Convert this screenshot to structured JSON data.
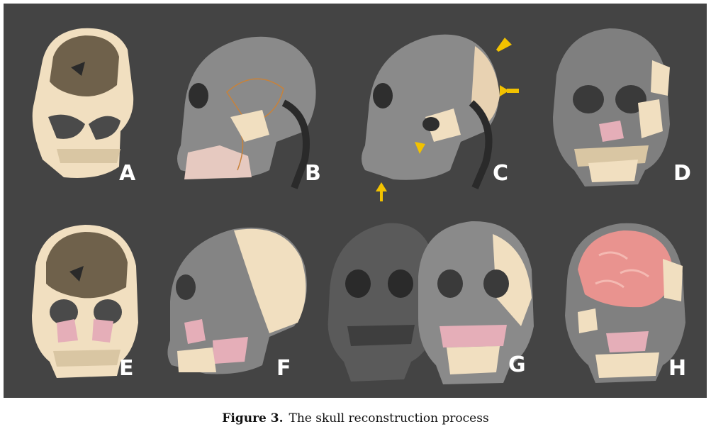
{
  "figure": {
    "panels": [
      {
        "label": "A"
      },
      {
        "label": "B"
      },
      {
        "label": "C"
      },
      {
        "label": "D"
      },
      {
        "label": "E"
      },
      {
        "label": "F"
      },
      {
        "label": "G"
      },
      {
        "label": "H"
      }
    ],
    "colors": {
      "background": "#444444",
      "bone": "#f1dfc0",
      "fossil": "#6f614b",
      "virtual_gray": "#8a8a8a",
      "pink": "#e5aeb8",
      "brain": "#e9938f",
      "arrow": "#f2c200"
    },
    "icons": [
      "arrow-icon"
    ]
  },
  "caption": {
    "label": "Figure 3.",
    "text": "The skull reconstruction process"
  }
}
